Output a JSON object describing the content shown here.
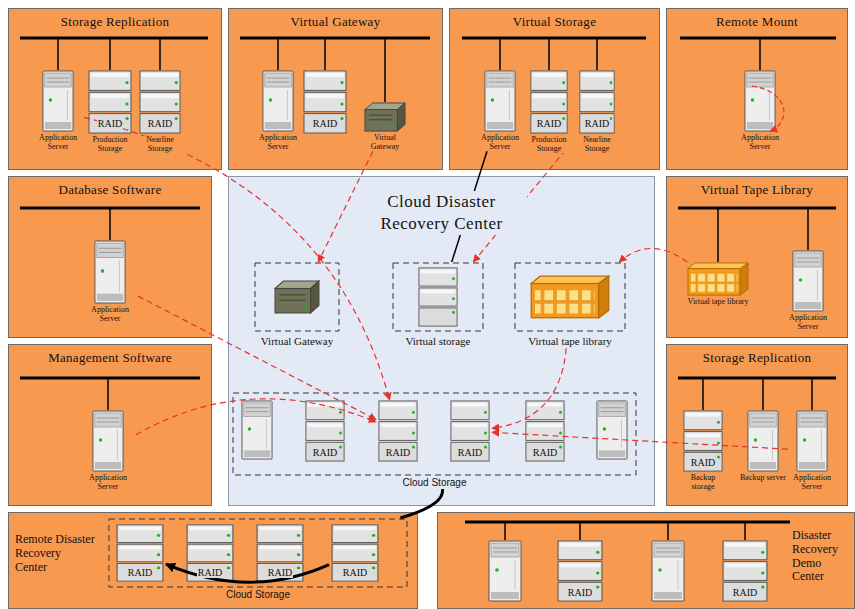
{
  "diagram": {
    "nodes": [
      {
        "text": [
          "Storage Replication"
        ]
      },
      {
        "text": [
          "Application Server"
        ],
        "in": 0
      },
      {
        "text": [
          "RAID",
          "Production Storage"
        ],
        "in": 0
      },
      {
        "text": [
          "RAID",
          "Nearline Storage"
        ],
        "in": 0
      },
      {
        "text": [
          "Virtual Gateway"
        ]
      },
      {
        "text": [
          "Application Server"
        ],
        "in": 4
      },
      {
        "text": [
          "RAID"
        ],
        "in": 4
      },
      {
        "text": [
          "Virtual Gateway"
        ],
        "in": 4
      },
      {
        "text": [
          "Virtual Storage"
        ]
      },
      {
        "text": [
          "Application Server"
        ],
        "in": 8
      },
      {
        "text": [
          "RAID",
          "Production Storage"
        ],
        "in": 8
      },
      {
        "text": [
          "RAID",
          "Nearline Storage"
        ],
        "in": 8
      },
      {
        "text": [
          "Remote Mount"
        ]
      },
      {
        "text": [
          "Application Server"
        ],
        "in": 12
      },
      {
        "text": [
          "Database Software"
        ]
      },
      {
        "text": [
          "Application Server"
        ],
        "in": 14
      },
      {
        "text": [
          "Cloud Disaster Recovery Center"
        ]
      },
      {
        "text": [
          "Virtual Gateway"
        ],
        "in": 16
      },
      {
        "text": [
          "Virtual storage"
        ],
        "in": 16
      },
      {
        "text": [
          "Virtual tape library"
        ],
        "in": 16
      },
      {
        "text": [
          "Cloud Storage"
        ],
        "in": 16
      },
      {
        "text": [
          "RAID"
        ],
        "in": 20
      },
      {
        "text": [
          "RAID"
        ],
        "in": 20
      },
      {
        "text": [
          "RAID"
        ],
        "in": 20
      },
      {
        "text": [
          "RAID"
        ],
        "in": 20
      },
      {
        "text": [
          "Virtual Tape Library"
        ]
      },
      {
        "text": [
          "Virtual tape library"
        ],
        "in": 25
      },
      {
        "text": [
          "Application Server"
        ],
        "in": 25
      },
      {
        "text": [
          "Management Software"
        ]
      },
      {
        "text": [
          "Application Server"
        ],
        "in": 28
      },
      {
        "text": [
          "Storage Replication"
        ]
      },
      {
        "text": [
          "RAID",
          "Backup storage"
        ],
        "in": 30
      },
      {
        "text": [
          "Backup server"
        ],
        "in": 30
      },
      {
        "text": [
          "Application Server"
        ],
        "in": 30
      },
      {
        "text": [
          "Remote Disaster Recovery Center"
        ]
      },
      {
        "text": [
          "Cloud Storage"
        ],
        "in": 34
      },
      {
        "text": [
          "RAID"
        ],
        "in": 35
      },
      {
        "text": [
          "RAID"
        ],
        "in": 35
      },
      {
        "text": [
          "RAID"
        ],
        "in": 35
      },
      {
        "text": [
          "RAID"
        ],
        "in": 35
      },
      {
        "text": [
          "Disaster Recovery Demo Center"
        ]
      },
      {
        "text": [
          "RAID"
        ],
        "in": 40
      },
      {
        "text": [
          "RAID"
        ],
        "in": 40
      }
    ],
    "edges": [
      {
        "from": 1,
        "to": 22,
        "arrow": "to"
      },
      {
        "from": 7,
        "to": 17,
        "arrow": "to"
      },
      {
        "from": 9,
        "to": 18,
        "arrow": "none"
      },
      {
        "from": 11,
        "to": 18,
        "arrow": "to"
      },
      {
        "from": 15,
        "to": 22,
        "arrow": "to"
      },
      {
        "from": 26,
        "to": 19,
        "arrow": "to"
      },
      {
        "from": 29,
        "to": 22,
        "arrow": "to"
      },
      {
        "from": 33,
        "to": 23,
        "arrow": "to"
      },
      {
        "from": 19,
        "to": 23,
        "arrow": "to"
      },
      {
        "from": 20,
        "to": 35,
        "arrow": "none"
      },
      {
        "from": 39,
        "to": 36,
        "arrow": "to"
      }
    ]
  }
}
